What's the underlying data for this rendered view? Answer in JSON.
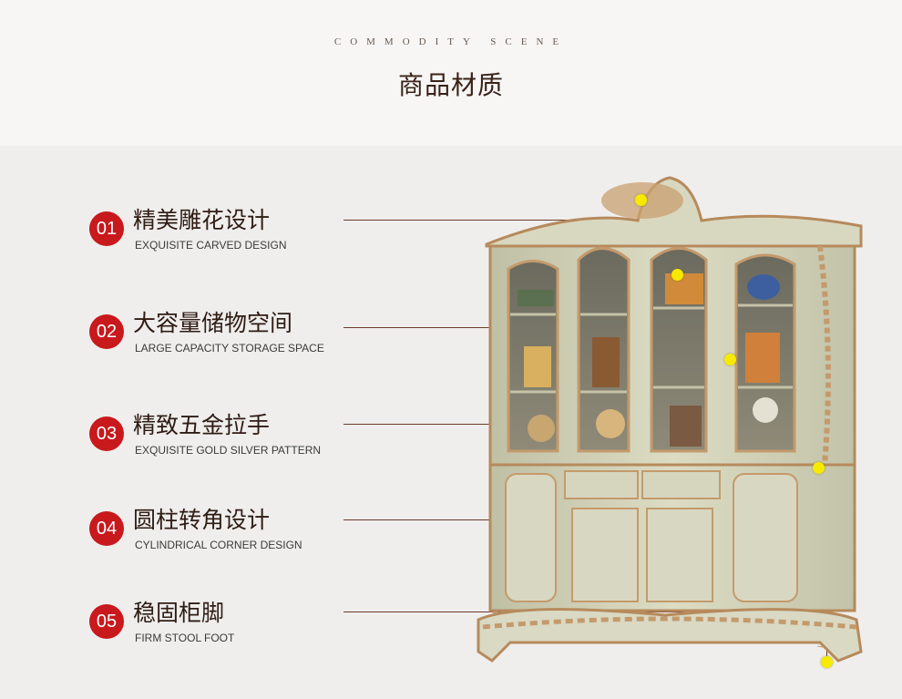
{
  "header": {
    "scene_label": "COMMODITY SCENE",
    "title": "商品材质"
  },
  "features": [
    {
      "num": "01",
      "cn": "精美雕花设计",
      "en": "EXQUISITE CARVED DESIGN"
    },
    {
      "num": "02",
      "cn": "大容量储物空间",
      "en": "LARGE CAPACITY STORAGE SPACE"
    },
    {
      "num": "03",
      "cn": "精致五金拉手",
      "en": "EXQUISITE GOLD SILVER PATTERN"
    },
    {
      "num": "04",
      "cn": "圆柱转角设计",
      "en": "CYLINDRICAL CORNER DESIGN"
    },
    {
      "num": "05",
      "cn": "稳固柜脚",
      "en": "FIRM STOOL FOOT"
    }
  ],
  "colors": {
    "badge": "#c8191d",
    "leader_line": "#6d3b2a",
    "hotspot": "#f6ea00",
    "cabinet_body": "#cfd0b4",
    "gold_trim": "#c49a6c"
  },
  "icons": {
    "product": "bookcase-cabinet-image",
    "hotspot": "yellow-dot-marker"
  }
}
